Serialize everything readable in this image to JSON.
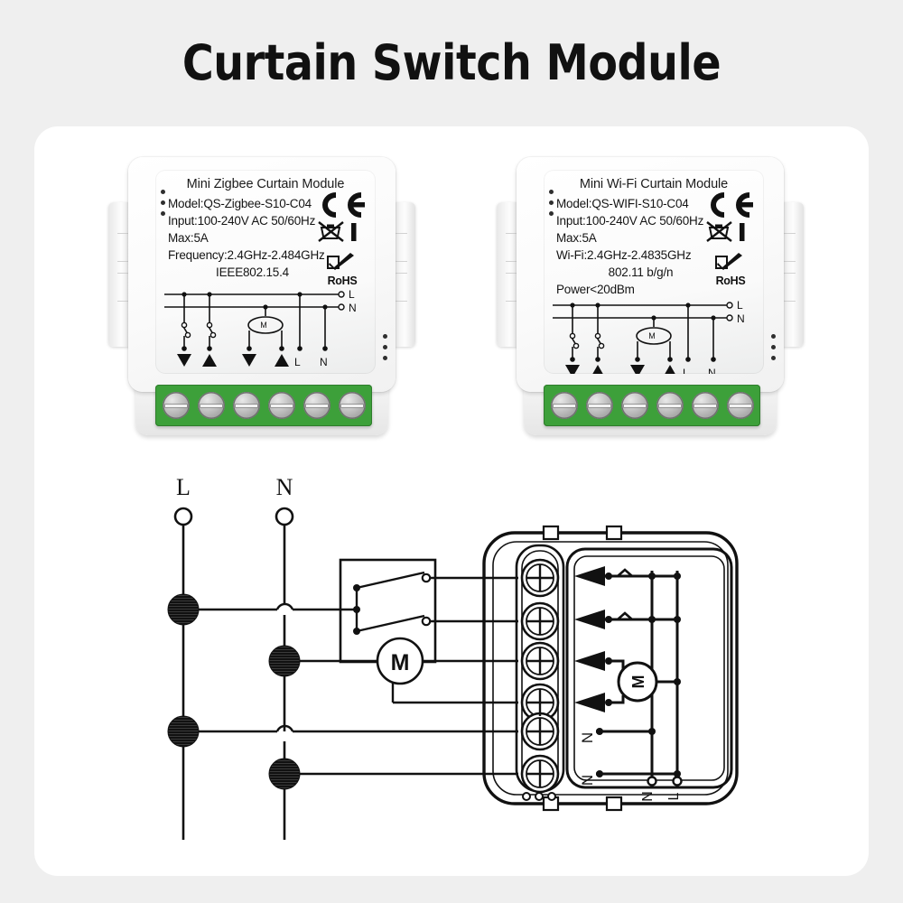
{
  "page": {
    "title": "Curtain Switch Module",
    "background_color": "#efefef",
    "card_color": "#ffffff"
  },
  "colors": {
    "terminal_green": "#3da03a",
    "screw_silver": "#b6b6b6",
    "line_black": "#111111",
    "text_dark": "#141414"
  },
  "modules": [
    {
      "id": "zigbee",
      "title": "Mini Zigbee Curtain Module",
      "specs": [
        "Model:QS-Zigbee-S10-C04",
        "Input:100-240V AC  50/60Hz",
        "Max:5A",
        "Frequency:2.4GHz-2.484GHz"
      ],
      "spec_centered": "IEEE802.15.4",
      "spec_extra": "",
      "certs": [
        "CE",
        "WEEE",
        "RoHS"
      ],
      "rohs_label": "RoHS",
      "terminal_count": 6,
      "terminal_labels": [
        "down-arrow",
        "up-arrow",
        "down-arrow",
        "up-arrow",
        "L",
        "N"
      ],
      "rail_labels": [
        "L",
        "N"
      ],
      "motor_label": "M"
    },
    {
      "id": "wifi",
      "title": "Mini Wi-Fi Curtain Module",
      "specs": [
        "Model:QS-WIFI-S10-C04",
        "Input:100-240V AC  50/60Hz",
        "Max:5A",
        "Wi-Fi:2.4GHz-2.4835GHz"
      ],
      "spec_centered": "802.11 b/g/n",
      "spec_extra": "Power<20dBm",
      "certs": [
        "CE",
        "WEEE",
        "RoHS"
      ],
      "rohs_label": "RoHS",
      "terminal_count": 6,
      "terminal_labels": [
        "down-arrow",
        "up-arrow",
        "down-arrow",
        "up-arrow",
        "L",
        "N"
      ],
      "rail_labels": [
        "L",
        "N"
      ],
      "motor_label": "M"
    }
  ],
  "wiring_diagram": {
    "supply_labels": [
      "L",
      "N"
    ],
    "motor_label": "M",
    "module_terminal_labels": [
      "N",
      "L"
    ],
    "terminal_count": 6,
    "switch_poles": 2,
    "junction_count": 4
  }
}
